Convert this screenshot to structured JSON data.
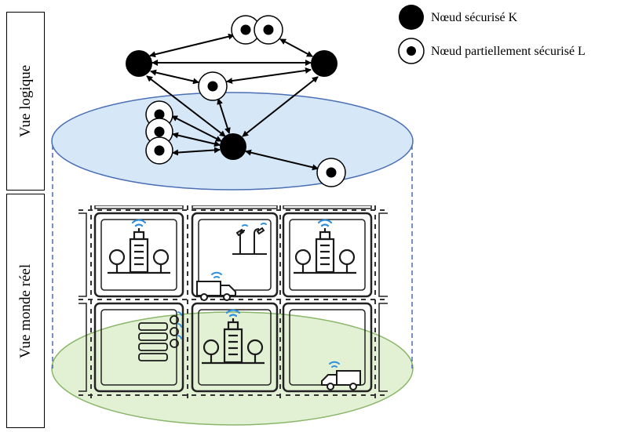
{
  "side_labels": {
    "logical_view": "Vue logique",
    "real_world_view": "Vue monde réel"
  },
  "legend": [
    {
      "label": "Nœud sécurisé K",
      "icon": "secure-node-icon"
    },
    {
      "label": "Nœud partiellement sécurisé L",
      "icon": "partially-secure-node-icon"
    }
  ],
  "colors": {
    "logical_disc": "#d6e8f8",
    "real_world_disc": "#e2f0d4",
    "wifi": "#2f8fe0",
    "dashed_line": "#4a6fb5",
    "secure_node": "#000000"
  },
  "icons": {
    "cells": [
      [
        "office-building-icon",
        "street-light-icon",
        "office-building-icon"
      ],
      [
        "parking-icon",
        "office-building-icon",
        "empty-block"
      ]
    ],
    "vehicles": [
      "delivery-truck-icon",
      "delivery-truck-icon"
    ]
  }
}
